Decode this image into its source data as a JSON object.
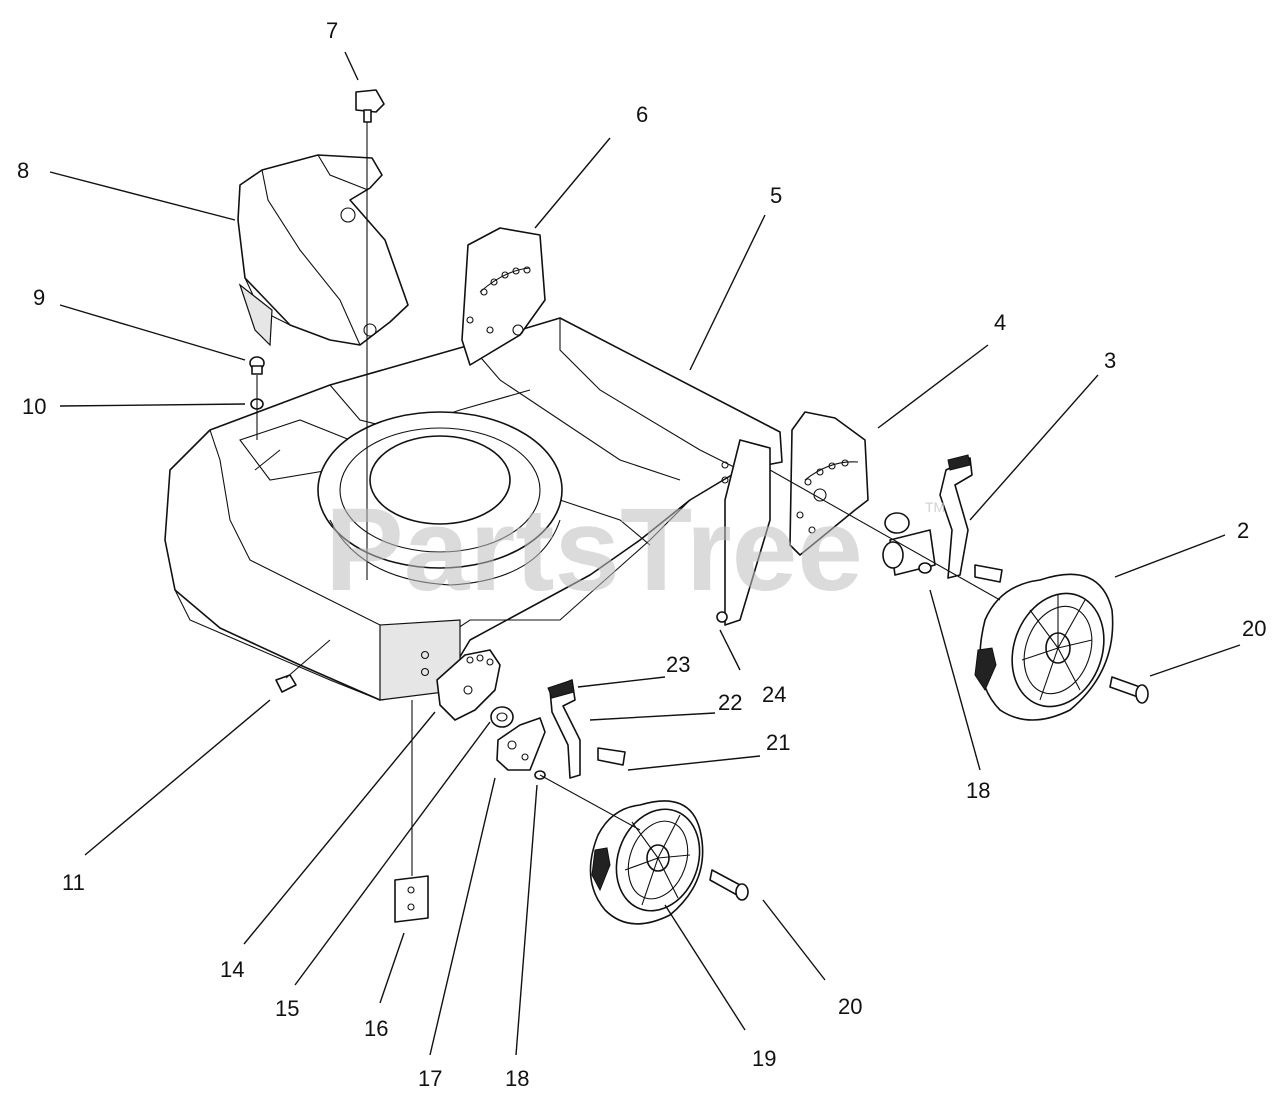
{
  "watermark": {
    "text": "PartsTree",
    "mark": "TM"
  },
  "callouts": [
    {
      "id": "2",
      "label": "2"
    },
    {
      "id": "3",
      "label": "3"
    },
    {
      "id": "4",
      "label": "4"
    },
    {
      "id": "5",
      "label": "5"
    },
    {
      "id": "6",
      "label": "6"
    },
    {
      "id": "7",
      "label": "7"
    },
    {
      "id": "8",
      "label": "8"
    },
    {
      "id": "9",
      "label": "9"
    },
    {
      "id": "10",
      "label": "10"
    },
    {
      "id": "11",
      "label": "11"
    },
    {
      "id": "14",
      "label": "14"
    },
    {
      "id": "15",
      "label": "15"
    },
    {
      "id": "16",
      "label": "16"
    },
    {
      "id": "17",
      "label": "17"
    },
    {
      "id": "18a",
      "label": "18"
    },
    {
      "id": "18b",
      "label": "18"
    },
    {
      "id": "19",
      "label": "19"
    },
    {
      "id": "20a",
      "label": "20"
    },
    {
      "id": "20b",
      "label": "20"
    },
    {
      "id": "21",
      "label": "21"
    },
    {
      "id": "22",
      "label": "22"
    },
    {
      "id": "23",
      "label": "23"
    },
    {
      "id": "24",
      "label": "24"
    }
  ]
}
